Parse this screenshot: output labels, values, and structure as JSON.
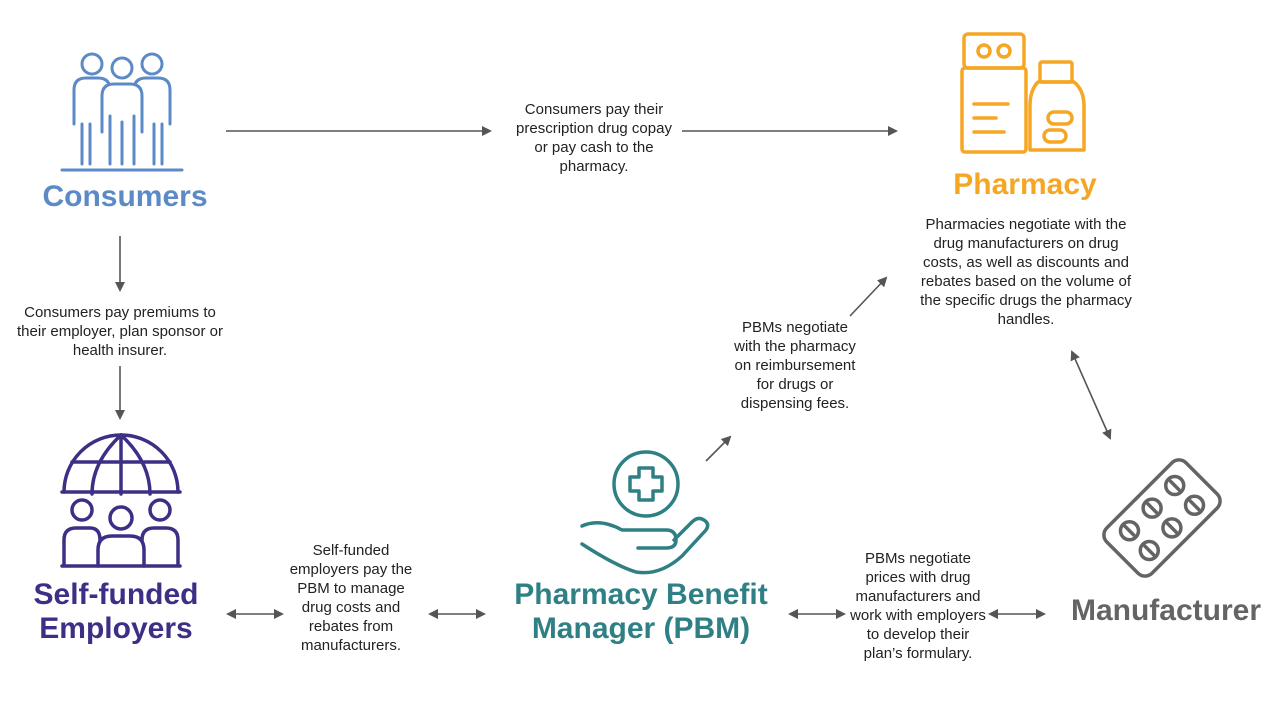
{
  "colors": {
    "consumers": "#5b8ac7",
    "pharmacy": "#f5a623",
    "employers": "#3d2f86",
    "pbm": "#2f8085",
    "manufacturer": "#646464",
    "arrow": "#555555",
    "text": "#222222"
  },
  "icons": {
    "consumers": "people-group-icon",
    "pharmacy": "medicine-box-and-pill-bottle-icon",
    "employers": "globe-with-people-icon",
    "pbm": "hand-holding-medical-cross-icon",
    "manufacturer": "pill-blister-pack-icon"
  },
  "nodes": {
    "consumers": {
      "title": "Consumers"
    },
    "pharmacy": {
      "title": "Pharmacy",
      "description": "Pharmacies negotiate with the drug manufacturers on drug costs, as well as discounts and rebates based on the volume of the specific drugs the pharmacy handles."
    },
    "employers": {
      "title_line1": "Self-funded",
      "title_line2": "Employers"
    },
    "pbm": {
      "title_line1": "Pharmacy Benefit",
      "title_line2": "Manager (PBM)"
    },
    "manufacturer": {
      "title": "Manufacturer"
    }
  },
  "flows": {
    "consumers_to_pharmacy": "Consumers pay their prescription drug copay or pay cash to the pharmacy.",
    "consumers_to_employers": "Consumers pay premiums to their employer, plan sponsor or health insurer.",
    "employers_pbm": "Self-funded employers pay the PBM to manage drug costs and rebates from manufacturers.",
    "pbm_to_pharmacy": "PBMs negotiate with the pharmacy on reimbursement for drugs or dispensing fees.",
    "pbm_manufacturer": "PBMs negotiate prices with drug manufacturers and work with employers to develop their plan’s formulary."
  }
}
